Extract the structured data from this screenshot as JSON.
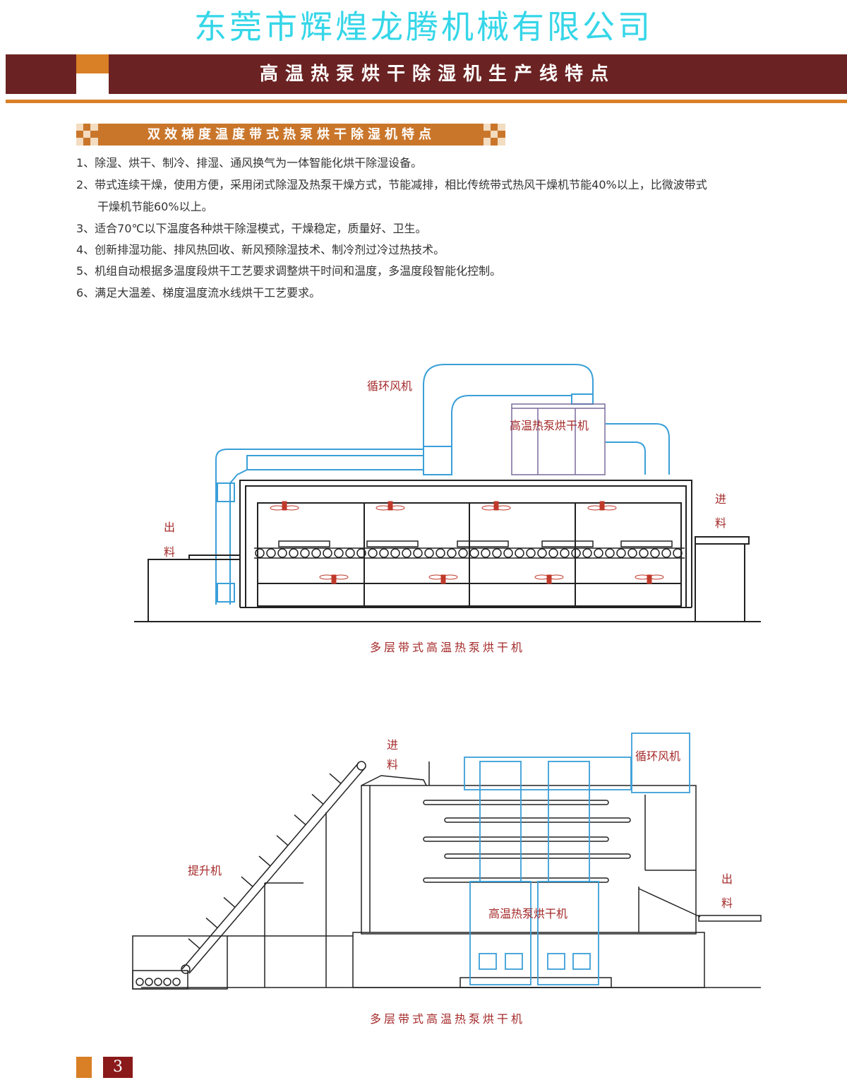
{
  "header": {
    "company": "东莞市辉煌龙腾机械有限公司",
    "title": "高温热泵烘干除湿机生产线特点"
  },
  "section": {
    "title": "双效梯度温度带式热泵烘干除湿机特点"
  },
  "features": [
    "1、除湿、烘干、制冷、排湿、通风换气为一体智能化烘干除湿设备。",
    "2、带式连续干燥，使用方便，采用闭式除湿及热泵干燥方式，节能减排，相比传统带式热风干燥机节能40%以上，比微波带式",
    "干燥机节能60%以上。",
    "3、适合70℃以下温度各种烘干除湿模式，干燥稳定，质量好、卫生。",
    "4、创新排湿功能、排风热回收、新风预除湿技术、制冷剂过冷过热技术。",
    "5、机组自动根据多温度段烘干工艺要求调整烘干时间和温度，多温度段智能化控制。",
    "6、满足大温差、梯度温度流水线烘干工艺要求。"
  ],
  "diagram1": {
    "fan_label": "循环风机",
    "unit_label": "高温热泵烘干机",
    "inlet_label_1": "进",
    "inlet_label_2": "料",
    "outlet_label_1": "出",
    "outlet_label_2": "料",
    "caption": "多层带式高温热泵烘干机"
  },
  "diagram2": {
    "inlet_label_1": "进",
    "inlet_label_2": "料",
    "fan_label": "循环风机",
    "elevator_label": "提升机",
    "outlet_label_1": "出",
    "outlet_label_2": "料",
    "unit_label": "高温热泵烘干机",
    "caption": "多层带式高温热泵烘干机"
  },
  "footer": {
    "page_number": "3"
  },
  "colors": {
    "company": "#35d6e8",
    "banner": "#6b2222",
    "accent": "#d97f26",
    "label": "#a52a2a",
    "duct": "#3a9fd8"
  }
}
